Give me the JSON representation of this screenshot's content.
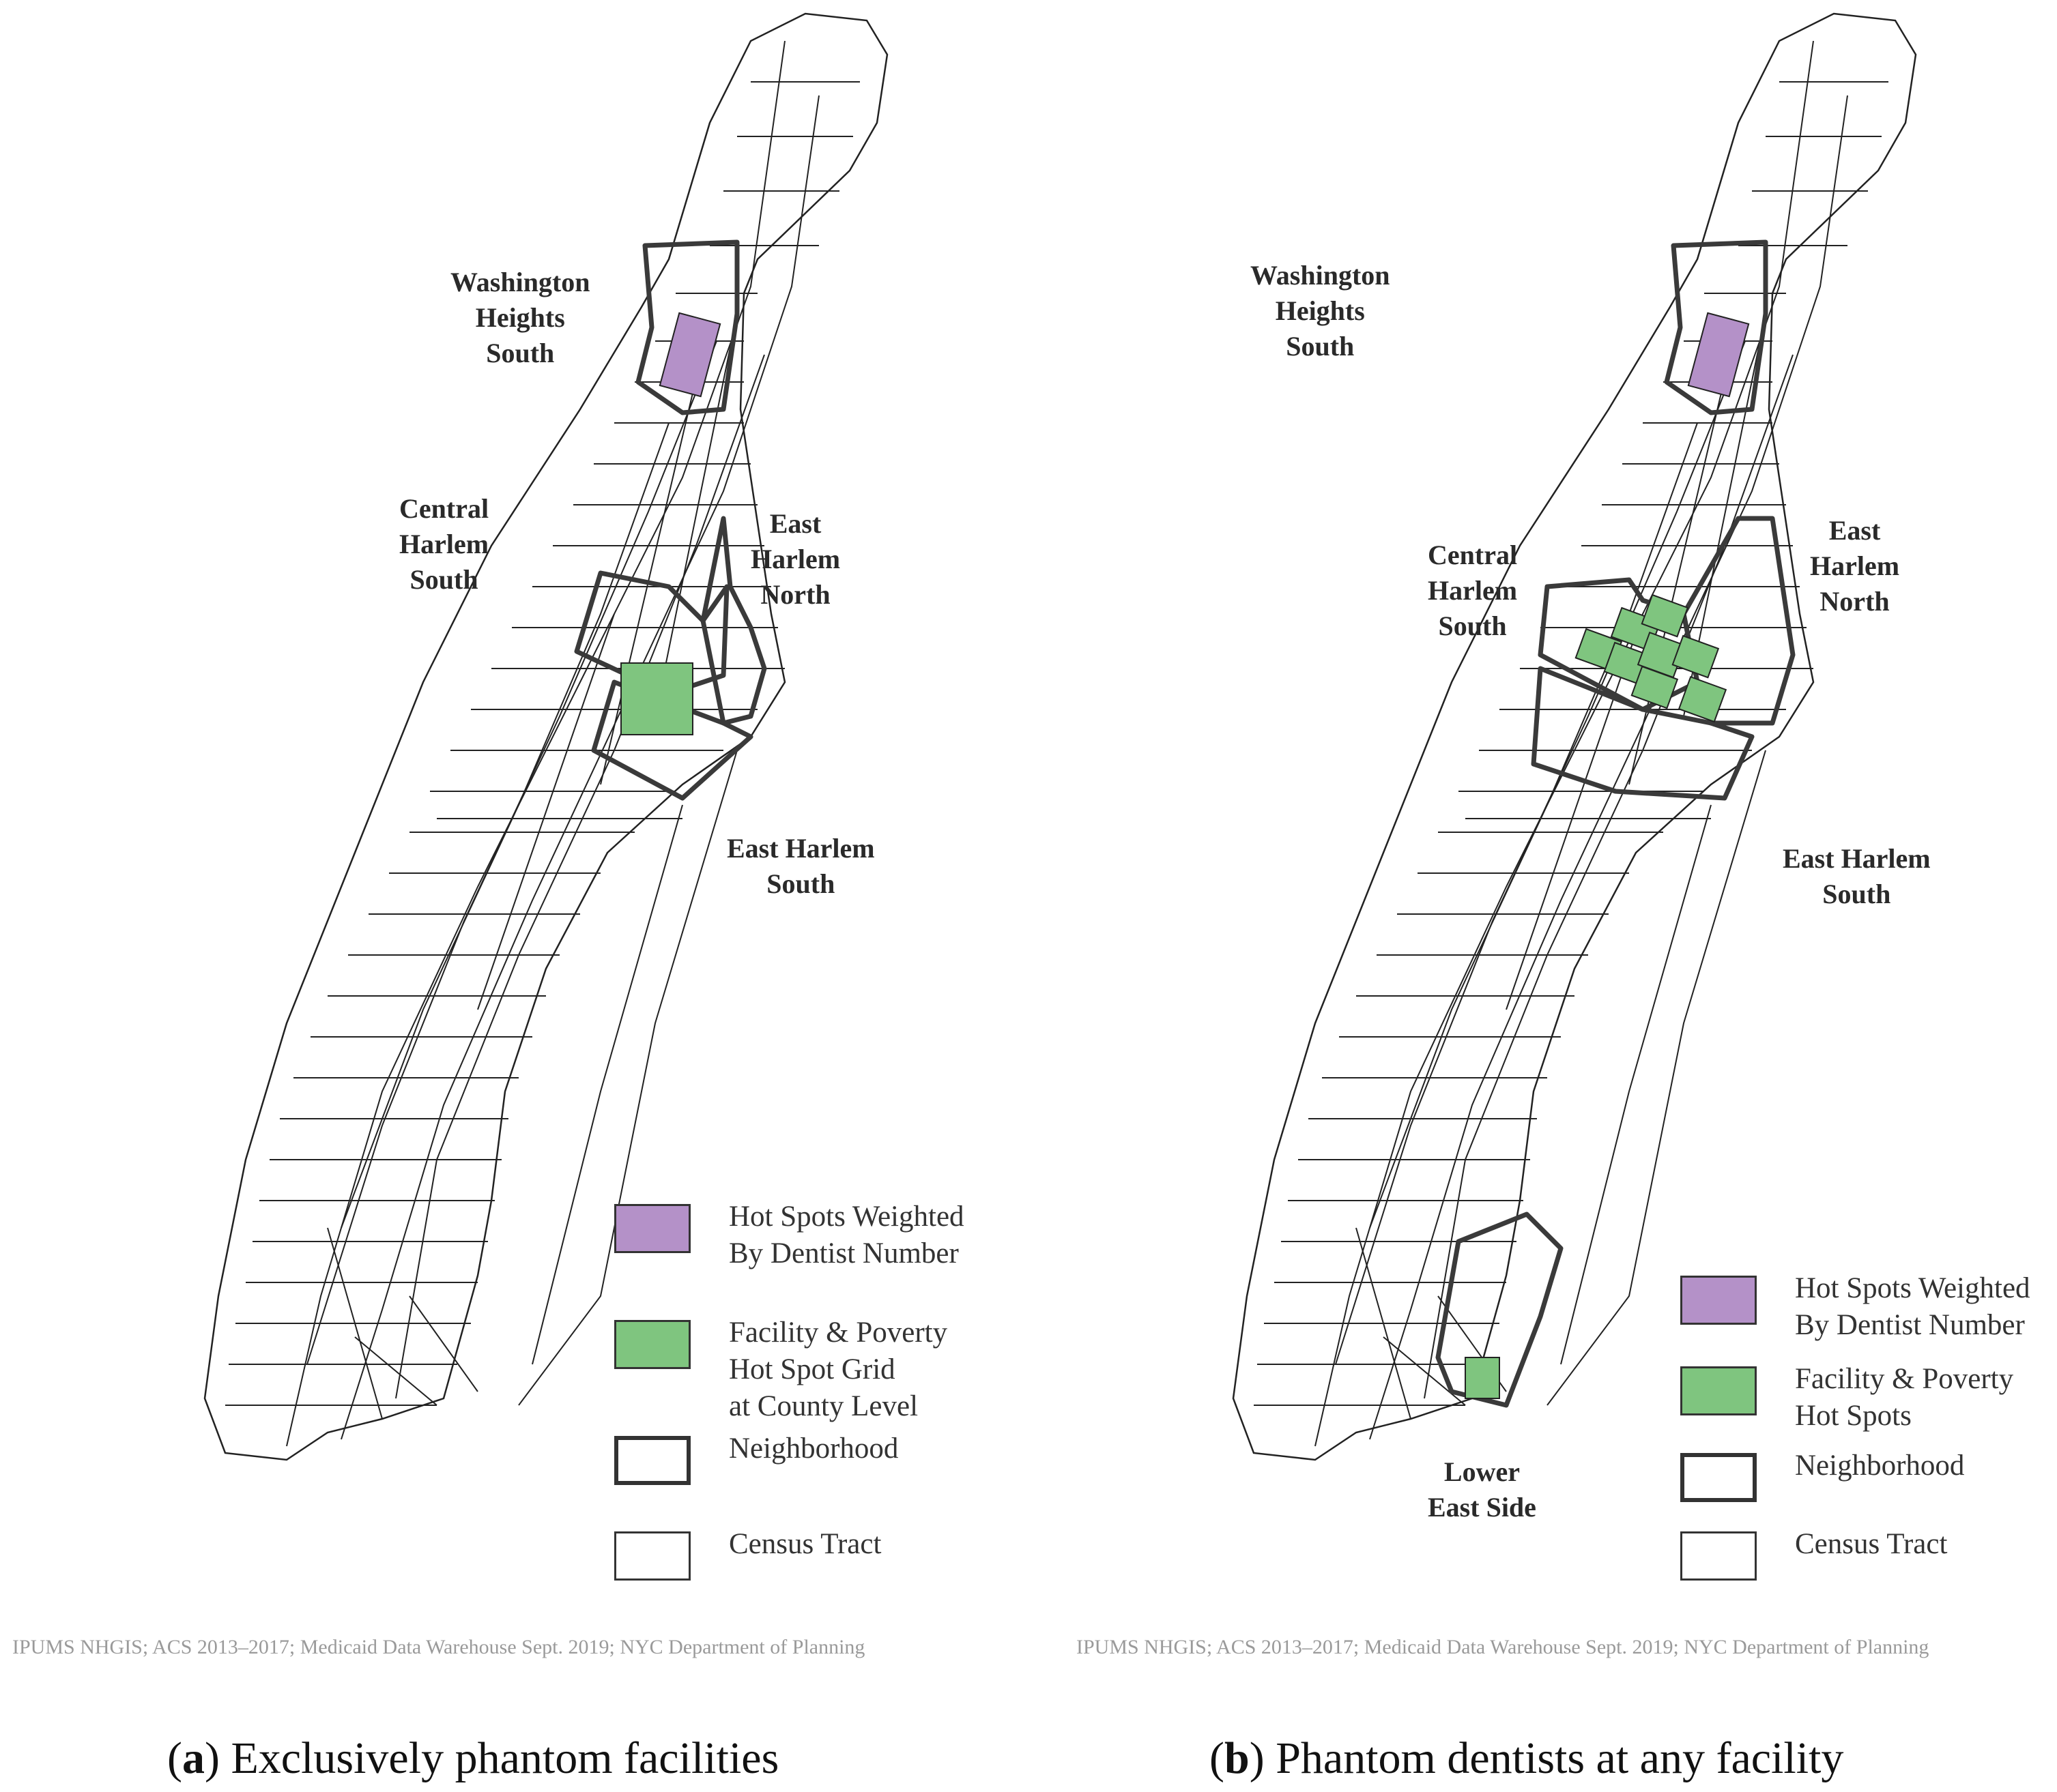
{
  "panels": [
    {
      "caption_letter": "a",
      "caption_text": "Exclusively phantom facilities",
      "labels": {
        "washington_heights_south": "Washington\nHeights\nSouth",
        "central_harlem_south": "Central\nHarlem\nSouth",
        "east_harlem_north": "East\nHarlem\nNorth",
        "east_harlem_south": "East Harlem\nSouth"
      },
      "legend": [
        {
          "text": "Hot Spots Weighted\nBy Dentist Number",
          "icon": "purple-swatch"
        },
        {
          "text": "Facility & Poverty\nHot Spot Grid\nat County Level",
          "icon": "green-swatch"
        },
        {
          "text": "Neighborhood",
          "icon": "thick-outline-swatch"
        },
        {
          "text": "Census Tract",
          "icon": "thin-outline-swatch"
        }
      ],
      "source": "IPUMS NHGIS; ACS 2013–2017; Medicaid Data Warehouse Sept. 2019; NYC Department of Planning"
    },
    {
      "caption_letter": "b",
      "caption_text": "Phantom dentists at any facility",
      "labels": {
        "washington_heights_south": "Washington\nHeights\nSouth",
        "central_harlem_south": "Central\nHarlem\nSouth",
        "east_harlem_north": "East\nHarlem\nNorth",
        "east_harlem_south": "East Harlem\nSouth",
        "lower_east_side": "Lower\nEast Side"
      },
      "legend": [
        {
          "text": "Hot Spots Weighted\nBy Dentist Number",
          "icon": "purple-swatch"
        },
        {
          "text": "Facility & Poverty\nHot Spots",
          "icon": "green-swatch"
        },
        {
          "text": "Neighborhood",
          "icon": "thick-outline-swatch"
        },
        {
          "text": "Census Tract",
          "icon": "thin-outline-swatch"
        }
      ],
      "source": "IPUMS NHGIS; ACS 2013–2017; Medicaid Data Warehouse Sept. 2019; NYC Department of Planning"
    }
  ],
  "colors": {
    "hot_spot_dentist": "#b491c8",
    "hot_spot_facility_poverty": "#7fc57f",
    "neighborhood_outline": "#3a3a3a",
    "census_tract_outline": "#222222"
  }
}
